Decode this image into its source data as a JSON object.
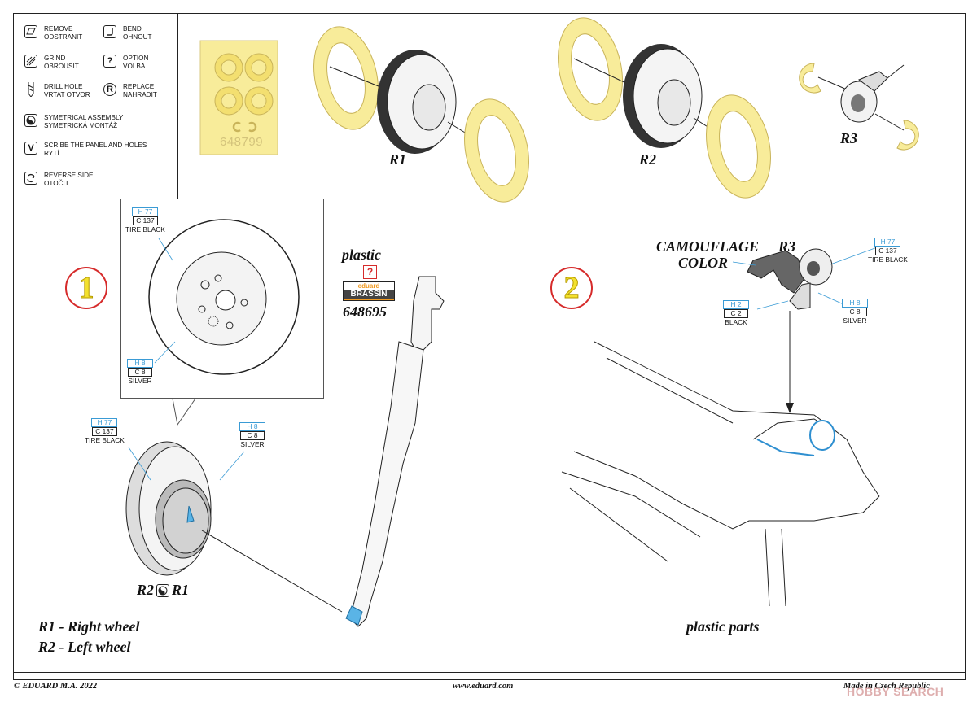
{
  "legend": {
    "items": [
      {
        "icon": "remove-icon",
        "line1": "REMOVE",
        "line2": "ODSTRANIT"
      },
      {
        "icon": "bend-icon",
        "line1": "BEND",
        "line2": "OHNOUT"
      },
      {
        "icon": "grind-icon",
        "line1": "GRIND",
        "line2": "OBROUSIT"
      },
      {
        "icon": "option-icon",
        "line1": "OPTION",
        "line2": "VOLBA"
      },
      {
        "icon": "drill-icon",
        "line1": "DRILL HOLE",
        "line2": "VRTAT OTVOR"
      },
      {
        "icon": "replace-icon",
        "line1": "REPLACE",
        "line2": "NAHRADIT"
      },
      {
        "icon": "symmetrical-icon",
        "line1": "SYMETRICAL ASSEMBLY",
        "line2": "SYMETRICKÁ MONTÁŽ"
      },
      {
        "icon": "scribe-icon",
        "line1": "SCRIBE THE PANEL AND HOLES",
        "line2": "RYTÍ"
      },
      {
        "icon": "reverse-icon",
        "line1": "REVERSE SIDE",
        "line2": "OTOČIT"
      }
    ],
    "glyphs": {
      "option": "?",
      "scribe": "V",
      "replace": "R"
    }
  },
  "mask_sheet": {
    "code": "648799"
  },
  "parts": {
    "r1": "R1",
    "r2": "R2",
    "r3": "R3"
  },
  "step1": {
    "number": "1",
    "plastic_label": "plastic",
    "brassin_top": "eduard",
    "brassin_bottom": "BRASSIN",
    "brassin_code": "648695",
    "r2_label": "R2",
    "r1_label": "R1",
    "colors": {
      "tire_black": {
        "h": "H 77",
        "c": "C 137",
        "name": "TIRE BLACK"
      },
      "silver": {
        "h": "H 8",
        "c": "C 8",
        "name": "SILVER"
      }
    }
  },
  "step2": {
    "number": "2",
    "camo_line1": "CAMOUFLAGE",
    "camo_line2": "COLOR",
    "r3_label": "R3",
    "plastic_parts": "plastic parts",
    "colors": {
      "tire_black": {
        "h": "H 77",
        "c": "C 137",
        "name": "TIRE BLACK"
      },
      "black": {
        "h": "H 2",
        "c": "C 2",
        "name": "BLACK"
      },
      "silver": {
        "h": "H 8",
        "c": "C 8",
        "name": "SILVER"
      }
    }
  },
  "notes": {
    "r1": "R1 - Right wheel",
    "r2": "R2 - Left wheel"
  },
  "footer": {
    "copyright": "© EDUARD  M.A. 2022",
    "website": "www.eduard.com",
    "made_in": "Made in Czech Republic"
  },
  "watermark": "HOBBY SEARCH",
  "palette": {
    "mask_yellow": "#f8ec9a",
    "accent_blue": "#3a9bd5",
    "step_red": "#d62b2b"
  }
}
